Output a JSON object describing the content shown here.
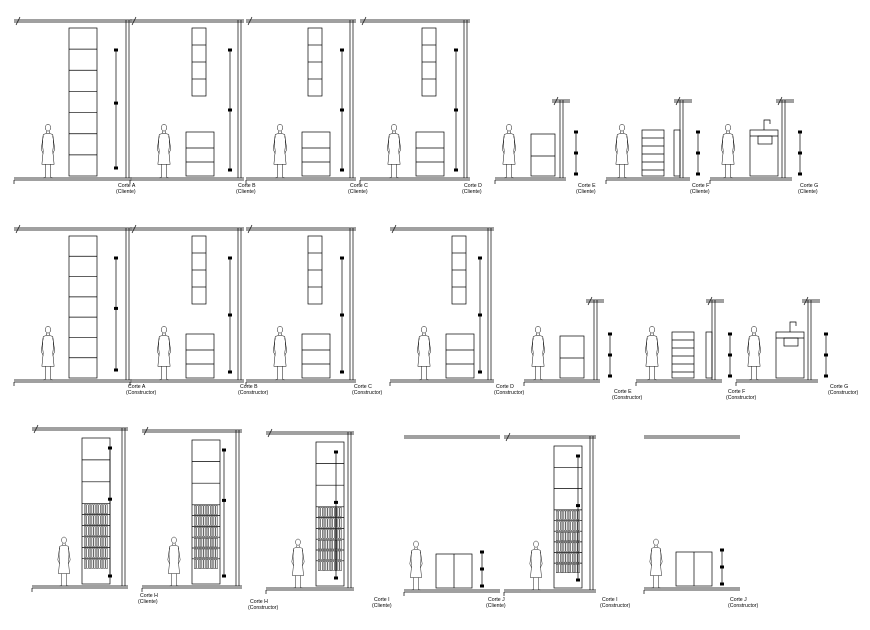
{
  "sections": [
    {
      "id": "a-cliente",
      "title": "Corte A",
      "subtitle": "(Cliente)",
      "kind": "tall"
    },
    {
      "id": "b-cliente",
      "title": "Corte B",
      "subtitle": "(Cliente)",
      "kind": "upper-base"
    },
    {
      "id": "c-cliente",
      "title": "Corte C",
      "subtitle": "(Cliente)",
      "kind": "upper-base"
    },
    {
      "id": "d-cliente",
      "title": "Corte D",
      "subtitle": "(Cliente)",
      "kind": "upper-base"
    },
    {
      "id": "e-cliente",
      "title": "Corte E",
      "subtitle": "(Cliente)",
      "kind": "base-post"
    },
    {
      "id": "f-cliente",
      "title": "Corte F",
      "subtitle": "(Cliente)",
      "kind": "drawers"
    },
    {
      "id": "g-cliente",
      "title": "Corte G",
      "subtitle": "(Cliente)",
      "kind": "sink"
    },
    {
      "id": "a-constructor",
      "title": "Corte A",
      "subtitle": "(Constructor)",
      "kind": "tall"
    },
    {
      "id": "b-constructor",
      "title": "Corte B",
      "subtitle": "(Constructor)",
      "kind": "upper-base"
    },
    {
      "id": "c-constructor",
      "title": "Corte C",
      "subtitle": "(Constructor)",
      "kind": "upper-base"
    },
    {
      "id": "d-constructor",
      "title": "Corte D",
      "subtitle": "(Constructor)",
      "kind": "upper-base"
    },
    {
      "id": "e-constructor",
      "title": "Corte E",
      "subtitle": "(Constructor)",
      "kind": "base-post"
    },
    {
      "id": "f-constructor",
      "title": "Corte F",
      "subtitle": "(Constructor)",
      "kind": "drawers"
    },
    {
      "id": "g-constructor",
      "title": "Corte G",
      "subtitle": "(Constructor)",
      "kind": "sink"
    },
    {
      "id": "h-cliente",
      "title": "Corte H",
      "subtitle": "(Cliente)",
      "kind": "tall-shelves"
    },
    {
      "id": "h-constructor",
      "title": "Corte H",
      "subtitle": "(Constructor)",
      "kind": "tall-shelves"
    },
    {
      "id": "i-cliente",
      "title": "Corte I",
      "subtitle": "(Cliente)",
      "kind": "tall-shelves"
    },
    {
      "id": "j-cliente",
      "title": "Corte J",
      "subtitle": "(Cliente)",
      "kind": "low-unit"
    },
    {
      "id": "i-constructor",
      "title": "Corte I",
      "subtitle": "(Constructor)",
      "kind": "tall-shelves"
    },
    {
      "id": "j-constructor",
      "title": "Corte J",
      "subtitle": "(Constructor)",
      "kind": "low-unit"
    }
  ],
  "line_color": "#000000",
  "background_color": "#ffffff"
}
